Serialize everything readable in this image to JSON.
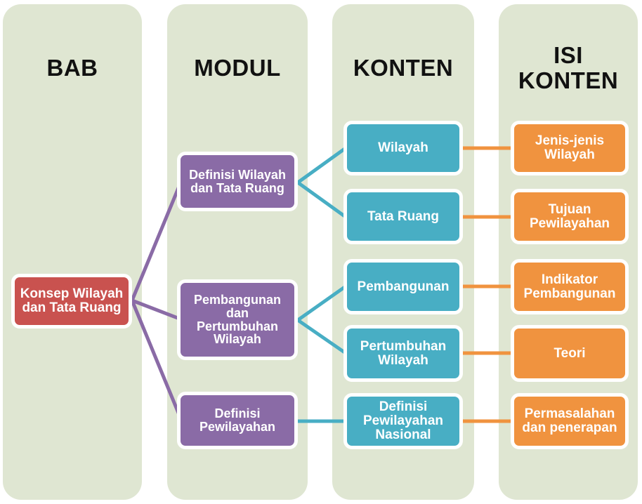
{
  "diagram": {
    "type": "hierarchy-flowchart",
    "colors": {
      "panel": "#dfe6d2",
      "bab": "#c9524f",
      "modul": "#8a6ba6",
      "konten": "#48aec4",
      "isi_konten": "#f0933f",
      "link_modul": "#8a6ba6",
      "link_konten": "#48aec4",
      "link_isi": "#f0933f",
      "title": "#111111"
    },
    "columns": [
      {
        "id": "bab",
        "title": "BAB"
      },
      {
        "id": "modul",
        "title": "MODUL"
      },
      {
        "id": "konten",
        "title": "KONTEN"
      },
      {
        "id": "isi_konten",
        "title": "ISI KONTEN",
        "title_line1": "ISI",
        "title_line2": "KONTEN"
      }
    ],
    "bab": [
      {
        "id": "bab1",
        "label": "Konsep Wilayah dan Tata Ruang"
      }
    ],
    "modul": [
      {
        "id": "m1",
        "label": "Definisi Wilayah dan Tata Ruang"
      },
      {
        "id": "m2",
        "label": "Pembangunan dan Pertumbuhan Wilayah"
      },
      {
        "id": "m3",
        "label": "Definisi Pewilayahan"
      }
    ],
    "konten": [
      {
        "id": "k1",
        "label": "Wilayah"
      },
      {
        "id": "k2",
        "label": "Tata Ruang"
      },
      {
        "id": "k3",
        "label": "Pembangunan"
      },
      {
        "id": "k4",
        "label": "Pertumbuhan Wilayah"
      },
      {
        "id": "k5",
        "label": "Definisi Pewilayahan Nasional"
      }
    ],
    "isi_konten": [
      {
        "id": "i1",
        "label": "Jenis-jenis Wilayah"
      },
      {
        "id": "i2",
        "label": "Tujuan Pewilayahan"
      },
      {
        "id": "i3",
        "label": "Indikator Pembangunan"
      },
      {
        "id": "i4",
        "label": "Teori"
      },
      {
        "id": "i5",
        "label": "Permasalahan dan penerapan"
      }
    ],
    "edges": [
      {
        "from": "bab1",
        "to": "m1"
      },
      {
        "from": "bab1",
        "to": "m2"
      },
      {
        "from": "bab1",
        "to": "m3"
      },
      {
        "from": "m1",
        "to": "k1"
      },
      {
        "from": "m1",
        "to": "k2"
      },
      {
        "from": "m2",
        "to": "k3"
      },
      {
        "from": "m2",
        "to": "k4"
      },
      {
        "from": "m3",
        "to": "k5"
      },
      {
        "from": "k1",
        "to": "i1"
      },
      {
        "from": "k2",
        "to": "i2"
      },
      {
        "from": "k3",
        "to": "i3"
      },
      {
        "from": "k4",
        "to": "i4"
      },
      {
        "from": "k5",
        "to": "i5"
      }
    ]
  }
}
